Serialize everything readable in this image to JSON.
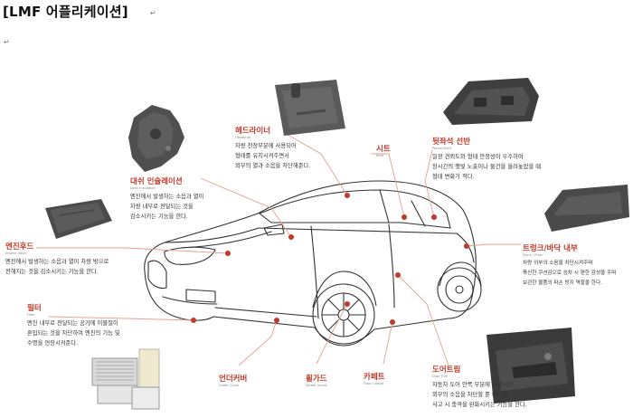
{
  "title": "[LMF 어플리케이션]",
  "para_mark": "↵",
  "colors": {
    "accent": "#c0392b",
    "line": "#e7a08f",
    "dot": "#c0392b"
  },
  "parts": [
    {
      "id": "headliner",
      "name": "헤드라이너",
      "sub": "Headliner",
      "desc": [
        "차량 천장부분에 사용되어",
        "형태를 유지시켜주면서",
        "외부의 열과 소음을 차단해준다."
      ]
    },
    {
      "id": "seat",
      "name": "시트",
      "sub": "Seat",
      "desc": []
    },
    {
      "id": "parcel-shelf",
      "name": "뒷좌석 선반",
      "sub": "Parcel Shelf",
      "desc": [
        "일광 견뢰도와 형태 안정성이 우수하여",
        "장시간의 햇빛 노출이나 물건을 올려놓았을 때",
        "형태 변화가 적다."
      ]
    },
    {
      "id": "dash-insulation",
      "name": "대쉬 인슐레이션",
      "sub": "Dash Insulation",
      "desc": [
        "엔진에서 발생하는 소음과 열이",
        "차량 내부로 전달되는 것을",
        "감소시키는 기능을 한다."
      ]
    },
    {
      "id": "engine-hood",
      "name": "엔진후드",
      "sub": "Engine Hood",
      "desc": [
        "엔진에서 발생하는 소음과 열이 차량 밖으로",
        "전해지는 것을 감소시키는 기능을 한다."
      ]
    },
    {
      "id": "trunk-floor",
      "name": "트렁크/바닥 내부",
      "sub": "Trunk / Floor",
      "desc": [
        "차량 외부의 소음을 차단시켜주며",
        "푹신한 쿠션감으로 승차 시 편한 감성을 주며",
        "보관한 물품의 파손 방지 역할을 한다."
      ]
    },
    {
      "id": "filter",
      "name": "필터",
      "sub": "Filter",
      "desc": [
        "엔진 내부로 전달되는 공기에 이물질이",
        "혼입되는 것을 차단하여 엔진의 기능 및",
        "수명을 연장시켜준다."
      ]
    },
    {
      "id": "under-cover",
      "name": "언더커버",
      "sub": "Under Cover",
      "desc": []
    },
    {
      "id": "wheel-guard",
      "name": "휠가드",
      "sub": "Wheel Guard",
      "desc": []
    },
    {
      "id": "floor-carpet",
      "name": "카페트",
      "sub": "Floor Carpet",
      "desc": []
    },
    {
      "id": "door-trim",
      "name": "도어트림",
      "sub": "Door Trim",
      "desc": [
        "자동차 도어 안쪽 부분에 사용되어",
        "외부의 소음을 차단할 뿐 아니라",
        "사고 시 충격을 완화시키는 기능을 한다."
      ]
    }
  ]
}
